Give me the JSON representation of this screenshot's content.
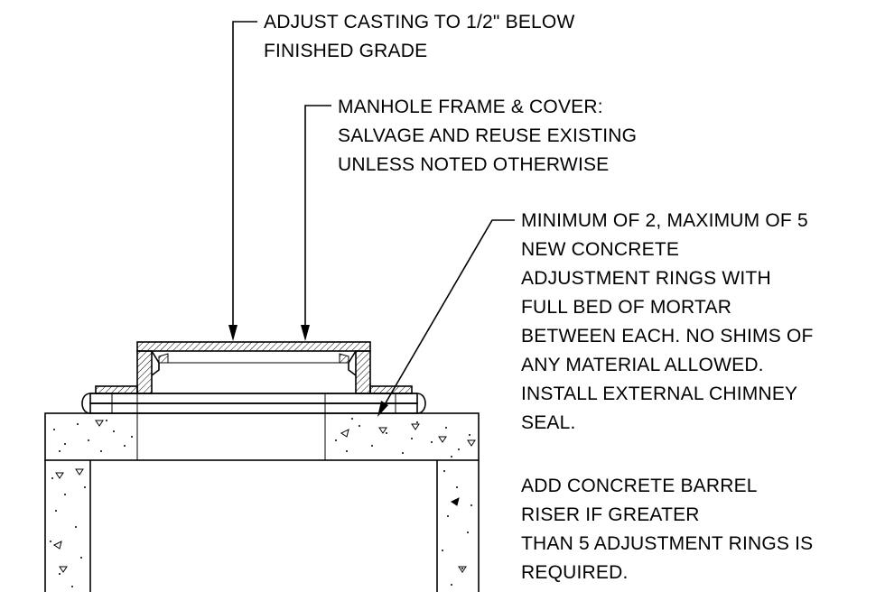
{
  "notes": {
    "casting": {
      "lines": [
        "ADJUST CASTING TO 1/2\" BELOW",
        "FINISHED GRADE"
      ]
    },
    "frame_cover": {
      "lines": [
        "MANHOLE FRAME & COVER:",
        "SALVAGE AND REUSE EXISTING",
        "UNLESS NOTED OTHERWISE"
      ]
    },
    "adjustment_rings": {
      "lines": [
        "MINIMUM OF 2, MAXIMUM OF 5",
        "NEW CONCRETE",
        "ADJUSTMENT RINGS WITH",
        "FULL BED OF MORTAR",
        "BETWEEN EACH. NO SHIMS OF",
        "ANY MATERIAL ALLOWED.",
        "INSTALL EXTERNAL CHIMNEY",
        "SEAL."
      ]
    },
    "barrel_riser": {
      "lines": [
        "ADD CONCRETE BARREL",
        "RISER IF GREATER",
        "THAN 5 ADJUSTMENT RINGS IS",
        "REQUIRED."
      ]
    }
  },
  "colors": {
    "line": "#000000",
    "background": "#ffffff"
  }
}
